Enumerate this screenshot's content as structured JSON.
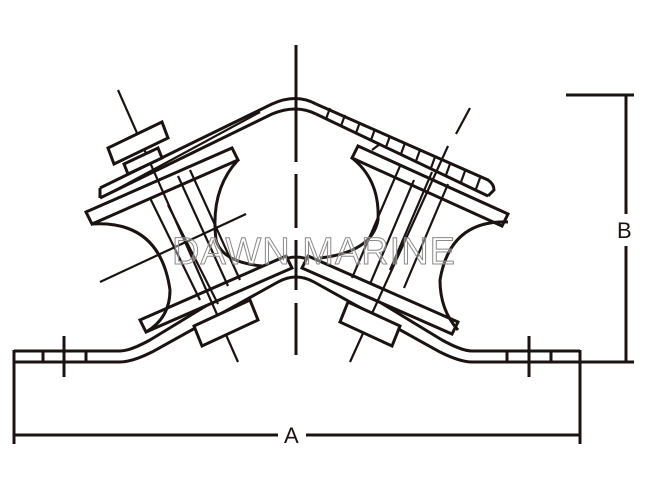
{
  "diagram": {
    "subject": "Marine roller fairlead (angled double-roller chock), front elevation",
    "colors": {
      "line": "#1a1311",
      "background": "#ffffff",
      "watermark_outline": "#8a8a8a"
    },
    "dimensions": {
      "A": {
        "label": "A",
        "description": "overall base width"
      },
      "B": {
        "label": "B",
        "description": "overall height"
      }
    },
    "watermark": {
      "text": "DAWN MARINE"
    },
    "parts": [
      {
        "name": "angled base plate"
      },
      {
        "name": "left roller"
      },
      {
        "name": "right roller"
      },
      {
        "name": "roller axle bolts"
      },
      {
        "name": "nuts"
      },
      {
        "name": "mounting holes"
      },
      {
        "name": "center line"
      }
    ]
  }
}
